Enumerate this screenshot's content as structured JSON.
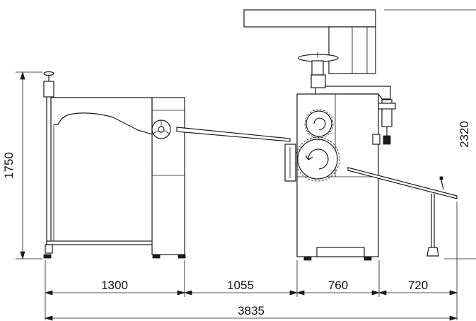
{
  "dimensions": {
    "height_left": "1750",
    "height_right": "2320",
    "segment_1": "1300",
    "segment_2": "1055",
    "segment_3": "760",
    "segment_4": "720",
    "total": "3835"
  },
  "colors": {
    "line": "#1a1a1a",
    "background": "#ffffff"
  }
}
